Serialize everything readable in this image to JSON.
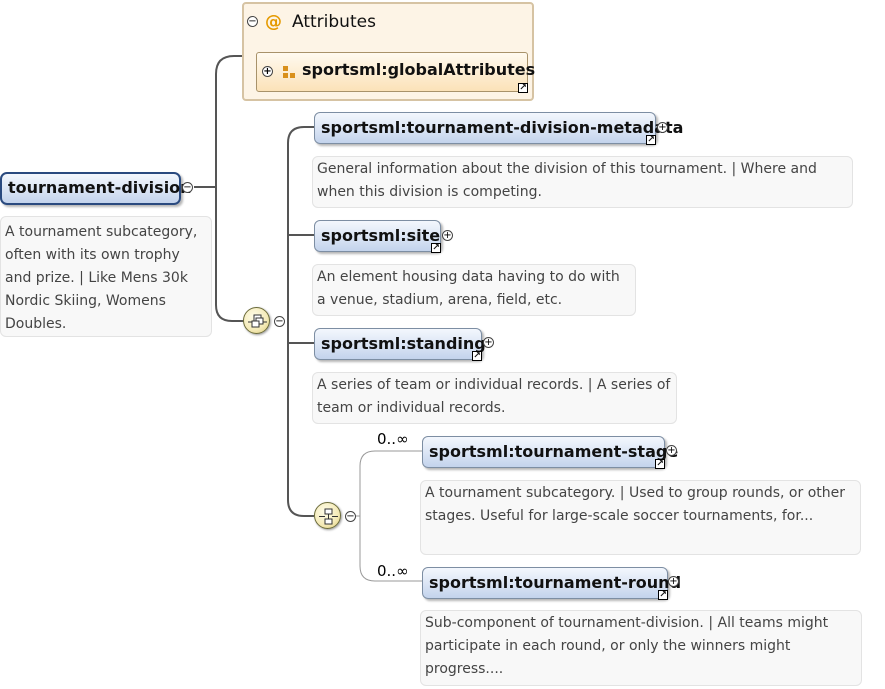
{
  "root": {
    "label": "tournament-division",
    "description": "A tournament subcategory, often with its own trophy and prize. | Like Mens 30k Nordic Skiing, Womens Doubles."
  },
  "attributes": {
    "title": "Attributes",
    "group": "sportsml:globalAttributes"
  },
  "elements": [
    {
      "label": "sportsml:tournament-division-metadata",
      "description": "General information about the division of this tournament. | Where and when this division is competing."
    },
    {
      "label": "sportsml:site",
      "description": "An element housing data having to do with a venue, stadium, arena, field, etc."
    },
    {
      "label": "sportsml:standing",
      "description": "A series of team or individual records. | A series of team or individual records."
    }
  ],
  "choice_elements": [
    {
      "label": "sportsml:tournament-stage",
      "occurrence": "0..∞",
      "description": "A tournament subcategory. | Used to group rounds, or other stages. Useful for large-scale soccer tournaments, for..."
    },
    {
      "label": "sportsml:tournament-round",
      "occurrence": "0..∞",
      "description": "Sub-component of tournament-division. | All teams might participate in each round, or only the winners might progress...."
    }
  ],
  "icons": {
    "expand": "+",
    "collapse": "−",
    "external": "↗",
    "at": "@"
  }
}
